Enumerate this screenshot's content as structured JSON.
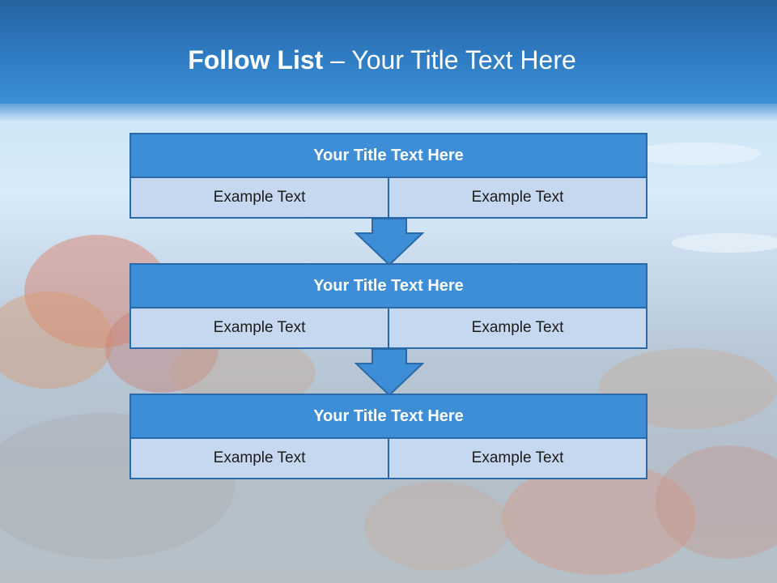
{
  "slide": {
    "title_bold": "Follow List",
    "title_dash": " – ",
    "title_rest": "Your Title Text Here"
  },
  "steps": [
    {
      "title": "Your Title Text Here",
      "cells": [
        "Example Text",
        "Example Text"
      ]
    },
    {
      "title": "Your Title Text Here",
      "cells": [
        "Example Text",
        "Example Text"
      ]
    },
    {
      "title": "Your Title Text Here",
      "cells": [
        "Example Text",
        "Example Text"
      ]
    }
  ],
  "colors": {
    "title_bar": "#3d8ed6",
    "border": "#2a6aa8",
    "cell_fill": "#c5d8ef",
    "arrow": "#3d8ed6"
  }
}
